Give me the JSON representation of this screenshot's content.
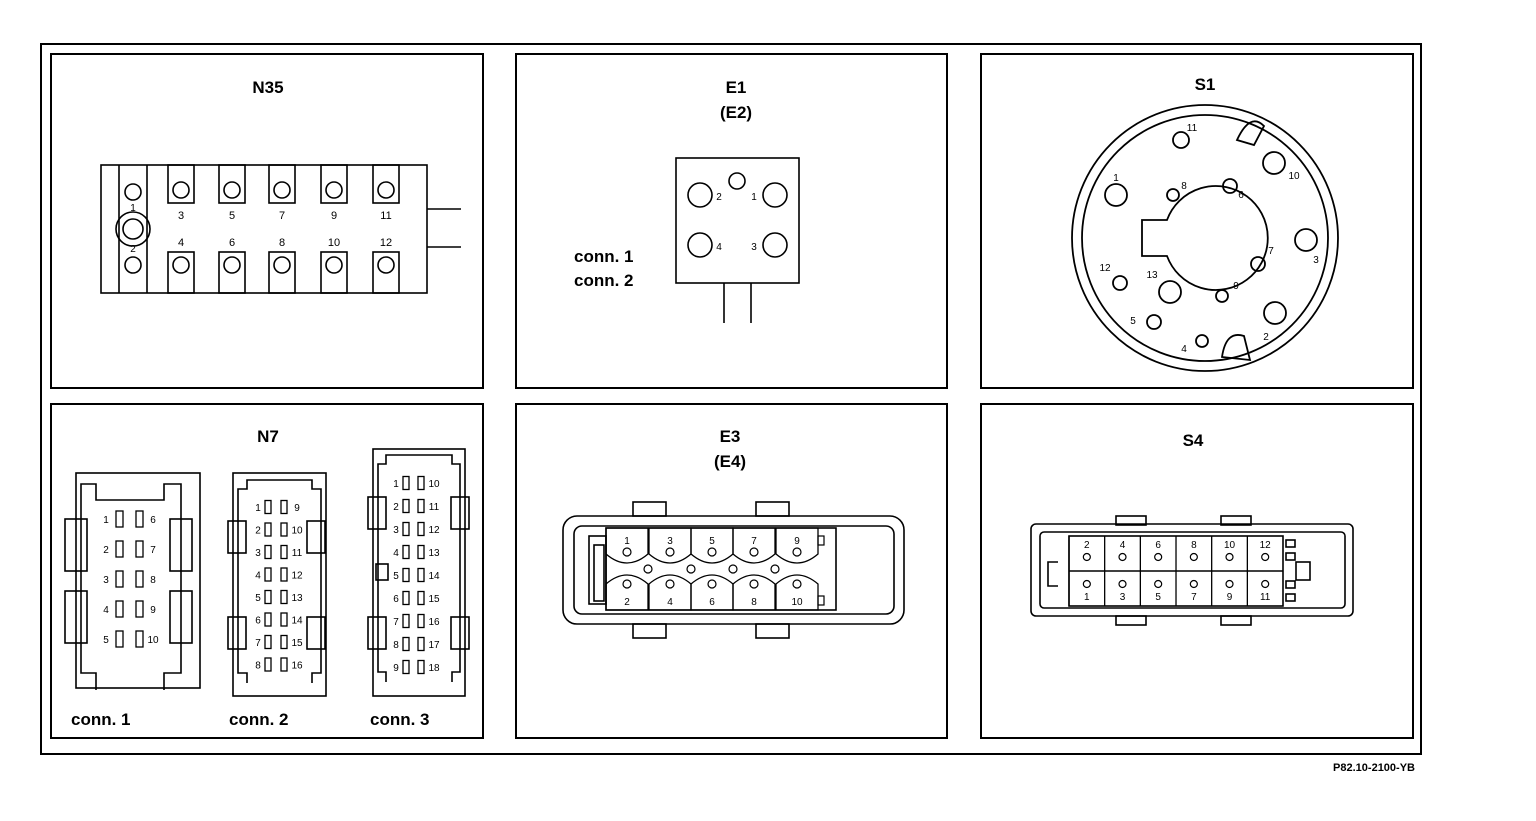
{
  "figure_code": "P82.10-2100-YB",
  "panels": {
    "n35": {
      "title": "N35",
      "pins_top": [
        "3",
        "5",
        "7",
        "9",
        "11"
      ],
      "pins_bottom": [
        "4",
        "6",
        "8",
        "10",
        "12"
      ],
      "pin_big_top": "1",
      "pin_big_bottom": "2"
    },
    "e1": {
      "title": "E1",
      "subtitle": "(E2)",
      "conn_labels": [
        "conn. 1",
        "conn. 2"
      ],
      "pins": [
        "2",
        "1",
        "4",
        "3"
      ]
    },
    "s1": {
      "title": "S1",
      "pins": [
        "1",
        "2",
        "3",
        "4",
        "5",
        "6",
        "7",
        "8",
        "9",
        "10",
        "11",
        "12",
        "13"
      ]
    },
    "n7": {
      "title": "N7",
      "conn1": {
        "label": "conn. 1",
        "left": [
          "1",
          "2",
          "3",
          "4",
          "5"
        ],
        "right": [
          "6",
          "7",
          "8",
          "9",
          "10"
        ]
      },
      "conn2": {
        "label": "conn. 2",
        "left": [
          "1",
          "2",
          "3",
          "4",
          "5",
          "6",
          "7",
          "8"
        ],
        "right": [
          "9",
          "10",
          "11",
          "12",
          "13",
          "14",
          "15",
          "16"
        ]
      },
      "conn3": {
        "label": "conn. 3",
        "left": [
          "1",
          "2",
          "3",
          "4",
          "5",
          "6",
          "7",
          "8",
          "9"
        ],
        "right": [
          "10",
          "11",
          "12",
          "13",
          "14",
          "15",
          "16",
          "17",
          "18"
        ]
      }
    },
    "e3": {
      "title": "E3",
      "subtitle": "(E4)",
      "top": [
        "1",
        "3",
        "5",
        "7",
        "9"
      ],
      "bottom": [
        "2",
        "4",
        "6",
        "8",
        "10"
      ]
    },
    "s4": {
      "title": "S4",
      "top": [
        "2",
        "4",
        "6",
        "8",
        "10",
        "12"
      ],
      "bottom": [
        "1",
        "3",
        "5",
        "7",
        "9",
        "11"
      ]
    }
  }
}
